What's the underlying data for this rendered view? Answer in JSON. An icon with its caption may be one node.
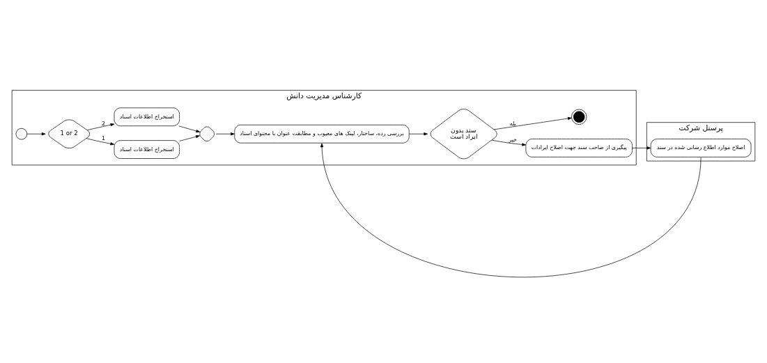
{
  "diagram": {
    "nodes": [
      {
        "text": [
          "کارشناس مدیریت دانش"
        ]
      },
      {
        "text": [
          "پرسنل شرکت"
        ]
      },
      {
        "text": [],
        "shape": "circle",
        "in": 0
      },
      {
        "text": [
          "1 or 2"
        ],
        "in": 0
      },
      {
        "text": [
          "استخراج اطلاعات اسناد"
        ],
        "in": 0
      },
      {
        "text": [
          "استخراج اطلاعات اسناد"
        ],
        "in": 0
      },
      {
        "text": [],
        "shape": "diamond",
        "in": 0
      },
      {
        "text": [
          "بررسی رده، ساختار، لینک های معیوب و مطابقت عنوان با محتوای اسناد"
        ],
        "in": 0
      },
      {
        "text": [
          "سند بدون ایراد است"
        ],
        "in": 0
      },
      {
        "text": [
          "پیگیری از صاحب سند جهت اصلاح ایرادات"
        ],
        "in": 0
      },
      {
        "text": [],
        "shape": "circle",
        "in": 0
      },
      {
        "text": [
          "اصلاح موارد اطلاع رسانی شده در سند"
        ],
        "in": 1
      }
    ],
    "edges": [
      {
        "from": 2,
        "to": 3,
        "arrow": "to"
      },
      {
        "from": 3,
        "to": 4,
        "arrow": "to",
        "label": "1"
      },
      {
        "from": 3,
        "to": 5,
        "arrow": "to",
        "label": "2"
      },
      {
        "from": 4,
        "to": 6,
        "arrow": "to"
      },
      {
        "from": 5,
        "to": 6,
        "arrow": "to"
      },
      {
        "from": 6,
        "to": 7,
        "arrow": "to"
      },
      {
        "from": 11,
        "to": 7,
        "arrow": "to"
      },
      {
        "from": 7,
        "to": 8,
        "arrow": "to"
      },
      {
        "from": 8,
        "to": 9,
        "arrow": "to",
        "label": "خیر"
      },
      {
        "from": 8,
        "to": 10,
        "arrow": "to",
        "label": "بله"
      },
      {
        "from": 9,
        "to": 11,
        "arrow": "to"
      }
    ]
  }
}
